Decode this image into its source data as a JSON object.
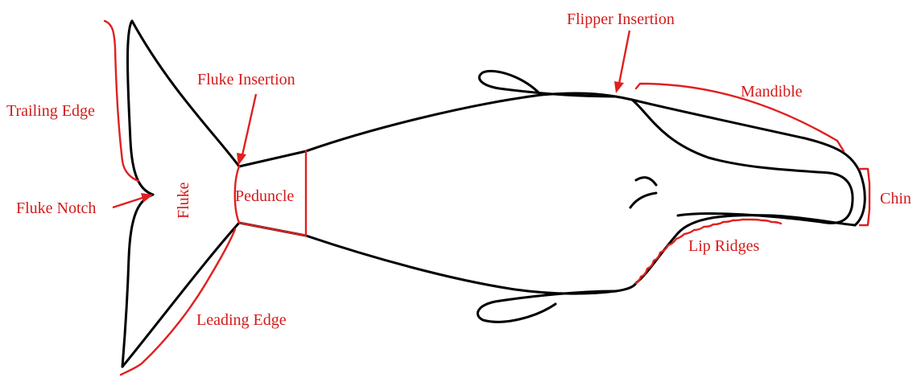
{
  "diagram": {
    "label_color": "#d41a1a",
    "outline_color": "#000000",
    "labels": {
      "trailing_edge": "Trailing Edge",
      "fluke_insertion": "Fluke Insertion",
      "fluke_notch": "Fluke Notch",
      "fluke": "Fluke",
      "peduncle": "Peduncle",
      "leading_edge": "Leading Edge",
      "flipper_insertion": "Flipper Insertion",
      "mandible": "Mandible",
      "chin": "Chin",
      "lip_ridges": "Lip Ridges"
    }
  }
}
